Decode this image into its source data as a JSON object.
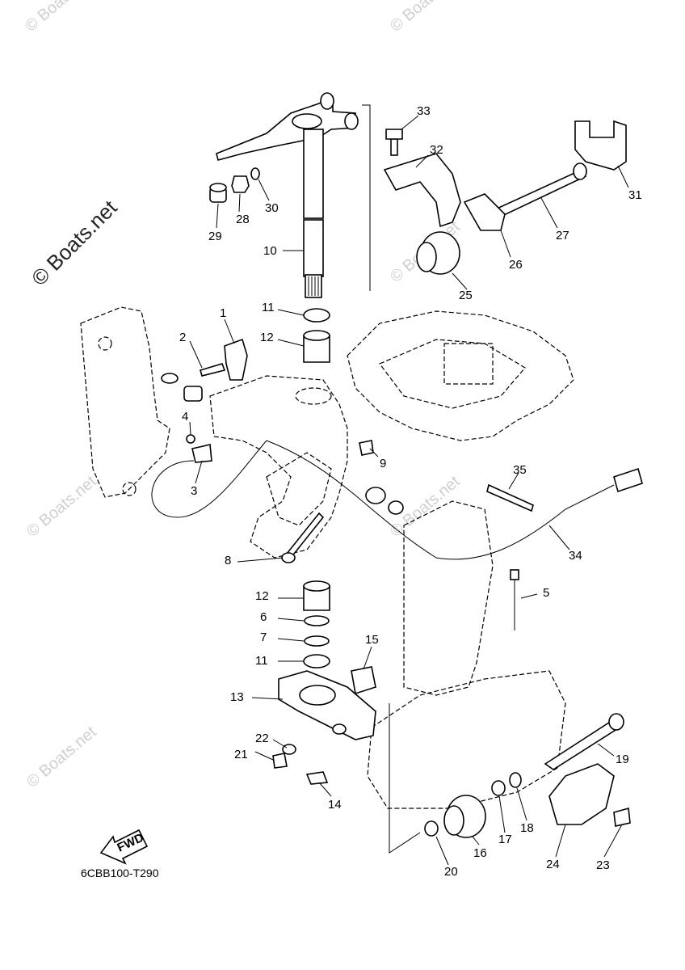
{
  "diagram_code": "6CBB100-T290",
  "fwd_label": "FWD",
  "watermark": {
    "main": "© Boats.net",
    "faint": "© Boats.net"
  },
  "callouts": {
    "c1": "1",
    "c2": "2",
    "c3": "3",
    "c4": "4",
    "c5": "5",
    "c6": "6",
    "c7": "7",
    "c8": "8",
    "c9": "9",
    "c10": "10",
    "c11a": "11",
    "c11b": "11",
    "c12a": "12",
    "c12b": "12",
    "c13": "13",
    "c14": "14",
    "c15": "15",
    "c16": "16",
    "c17": "17",
    "c18": "18",
    "c19": "19",
    "c20": "20",
    "c21": "21",
    "c22": "22",
    "c23": "23",
    "c24": "24",
    "c25": "25",
    "c26": "26",
    "c27": "27",
    "c28": "28",
    "c29": "29",
    "c30": "30",
    "c31": "31",
    "c32": "32",
    "c33": "33",
    "c34": "34",
    "c35": "35"
  }
}
